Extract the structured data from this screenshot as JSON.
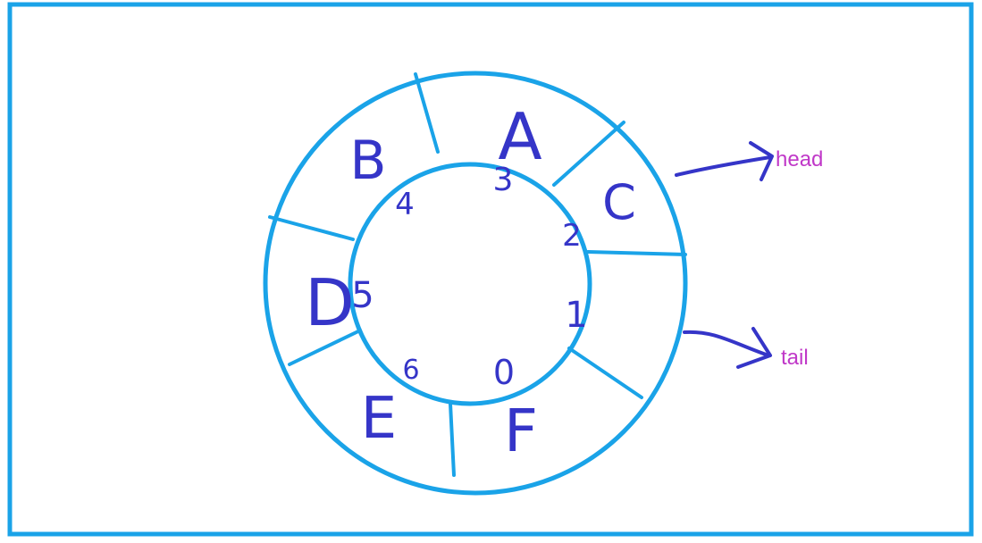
{
  "colors": {
    "frame": "#1aa3e8",
    "ring": "#1aa3e8",
    "ink": "#3535c8",
    "pointer_label": "#c038c8"
  },
  "ring": {
    "slots": [
      {
        "index": "0",
        "letter": "F"
      },
      {
        "index": "1",
        "letter": ""
      },
      {
        "index": "2",
        "letter": "C"
      },
      {
        "index": "3",
        "letter": "A"
      },
      {
        "index": "4",
        "letter": "B"
      },
      {
        "index": "5",
        "letter": "D"
      },
      {
        "index": "6",
        "letter": "E"
      }
    ]
  },
  "pointers": {
    "head": "head",
    "tail": "tail"
  }
}
